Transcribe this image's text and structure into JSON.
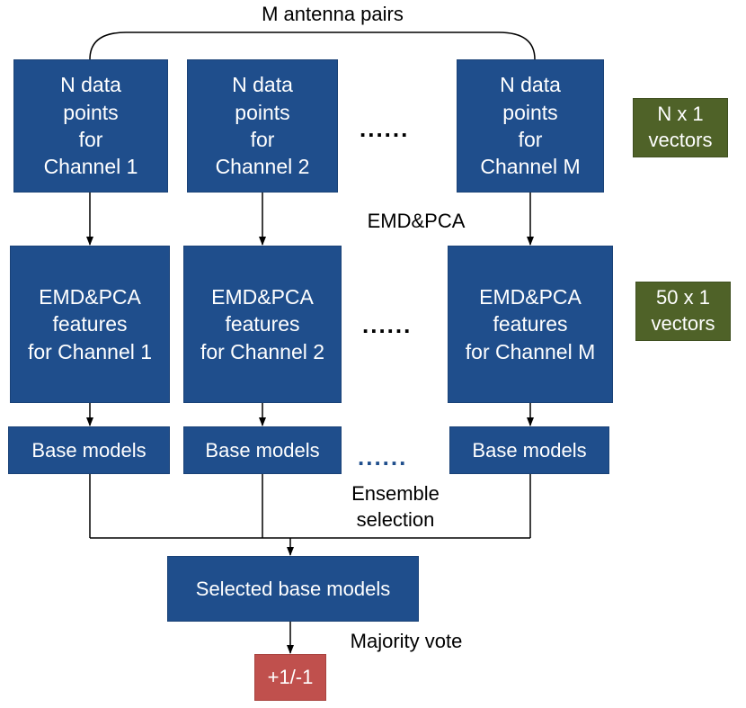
{
  "title_label": "M antenna pairs",
  "data_boxes": [
    {
      "text": "N data\npoints\nfor\nChannel 1"
    },
    {
      "text": "N data\npoints\nfor\nChannel 2"
    },
    {
      "text": "N data\npoints\nfor\nChannel M"
    }
  ],
  "feature_boxes": [
    {
      "text": "EMD&PCA\nfeatures\nfor Channel 1"
    },
    {
      "text": "EMD&PCA\nfeatures\nfor Channel 2"
    },
    {
      "text": "EMD&PCA\nfeatures\nfor Channel M"
    }
  ],
  "base_boxes": [
    {
      "text": "Base models"
    },
    {
      "text": "Base models"
    },
    {
      "text": "Base models"
    }
  ],
  "ellipses": {
    "row1": "......",
    "row2": "......",
    "row3": "......"
  },
  "step_labels": {
    "emd_pca": "EMD&PCA",
    "ensemble": "Ensemble\nselection",
    "majority": "Majority vote"
  },
  "vector_labels": {
    "n_vectors": "N x 1\nvectors",
    "fifty_vectors": "50 x 1\nvectors"
  },
  "selected_box": "Selected base models",
  "output_box": "+1/-1",
  "colors": {
    "box_blue": "#1f4e8c",
    "box_green": "#4f6228",
    "box_red": "#c0504d",
    "line": "#000000"
  }
}
